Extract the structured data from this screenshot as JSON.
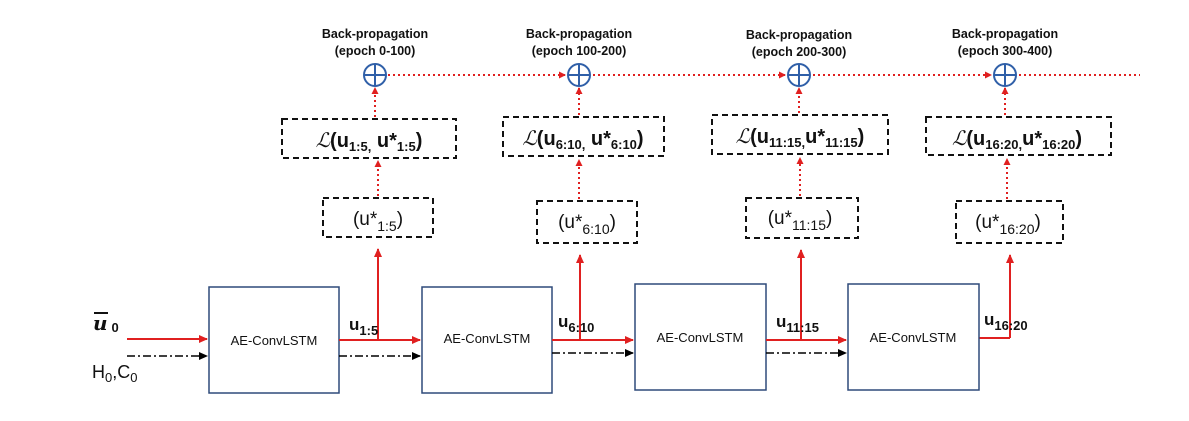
{
  "inputs": {
    "u_symbol": "u",
    "u_subscript": "0",
    "state_h": "H",
    "state_h_sub": "0",
    "state_sep": ",",
    "state_c": "C",
    "state_c_sub": "0"
  },
  "stages": [
    {
      "box_label": "AE-ConvLSTM",
      "output_main": "u",
      "output_sub": "1:5",
      "bp_line1": "Back-propagation",
      "bp_line2": "(epoch 0-100)",
      "loss_open": "(",
      "loss_u": "u",
      "loss_u_sub": "1:5,",
      "loss_ustar": " u*",
      "loss_ustar_sub": "1:5",
      "loss_close": ")",
      "pred_open": "(u*",
      "pred_sub": "1:5",
      "pred_close": ")"
    },
    {
      "box_label": "AE-ConvLSTM",
      "output_main": "u",
      "output_sub": "6:10",
      "bp_line1": "Back-propagation",
      "bp_line2": "(epoch 100-200)",
      "loss_open": "(",
      "loss_u": "u",
      "loss_u_sub": "6:10,",
      "loss_ustar": " u*",
      "loss_ustar_sub": "6:10",
      "loss_close": ")",
      "pred_open": "(u*",
      "pred_sub": "6:10",
      "pred_close": ")"
    },
    {
      "box_label": "AE-ConvLSTM",
      "output_main": "u",
      "output_sub": "11:15",
      "bp_line1": "Back-propagation",
      "bp_line2": "(epoch 200-300)",
      "loss_open": "(",
      "loss_u": "u",
      "loss_u_sub": "11:15,",
      "loss_ustar": "u*",
      "loss_ustar_sub": "11:15",
      "loss_close": ")",
      "pred_open": "(u*",
      "pred_sub": "11:15",
      "pred_close": ")"
    },
    {
      "box_label": "AE-ConvLSTM",
      "output_main": "u",
      "output_sub": "16:20",
      "bp_line1": "Back-propagation",
      "bp_line2": "(epoch 300-400)",
      "loss_open": "(",
      "loss_u": "u",
      "loss_u_sub": "16:20,",
      "loss_ustar": "u*",
      "loss_ustar_sub": "16:20",
      "loss_close": ")",
      "pred_open": "(u*",
      "pred_sub": "16:20",
      "pred_close": ")"
    }
  ],
  "loss_symbol": "ℒ",
  "colors": {
    "forward_arrow": "#e02020",
    "backprop_dotted": "#e02020",
    "box_border": "#2f4a7a",
    "sum_node": "#2f5fa8",
    "state_arrow": "#000000"
  }
}
